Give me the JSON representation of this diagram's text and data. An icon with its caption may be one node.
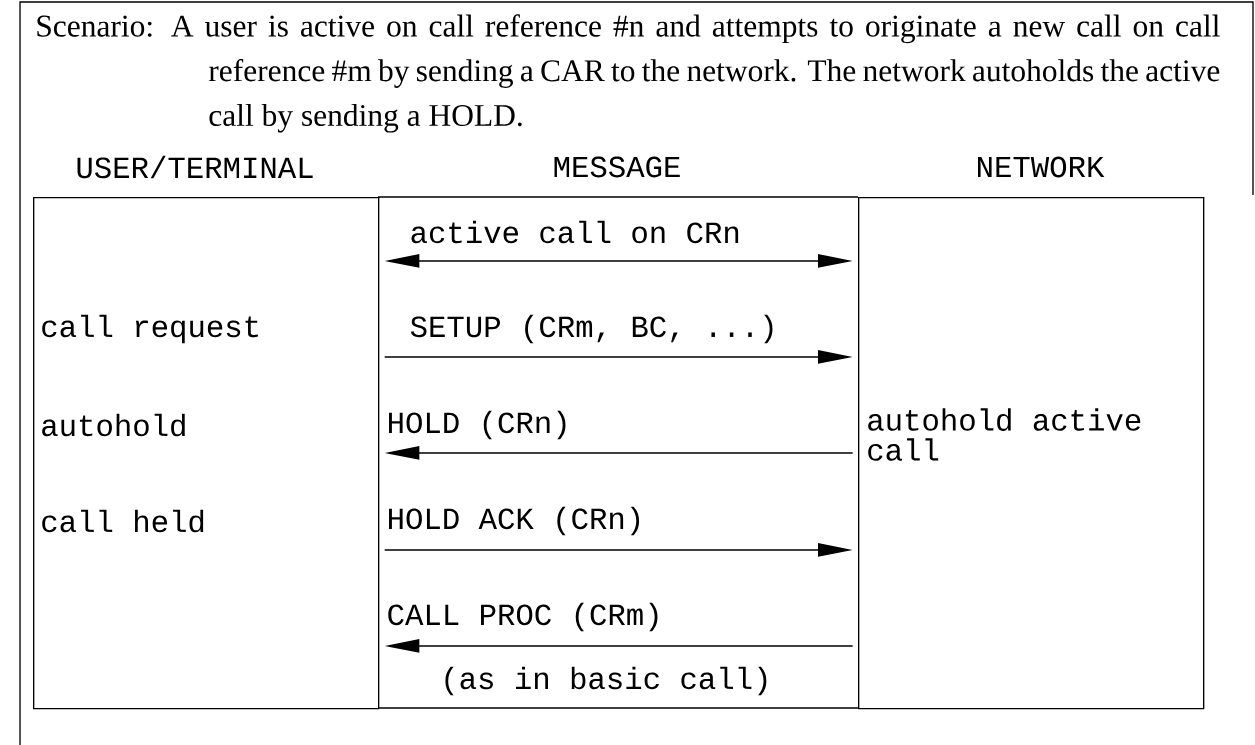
{
  "diagram": {
    "title": "Scenario: A user is active on call reference #n and attempts to originate a new call on call reference #m by sending a CAR to the network. The network autoholds the active call by sending a HOLD.",
    "nodes": [
      {
        "text": [
          "USER/TERMINAL",
          "call request",
          "autohold",
          "call held"
        ]
      },
      {
        "text": [
          "NETWORK",
          "autohold active call"
        ]
      }
    ],
    "edges": [
      {
        "from": 0,
        "to": 1,
        "arrow": "both",
        "label": "active call on CRn"
      },
      {
        "from": 0,
        "to": 1,
        "arrow": "to",
        "label": "SETUP (CRm, BC, ...)"
      },
      {
        "from": 1,
        "to": 0,
        "arrow": "to",
        "label": "HOLD (CRn)"
      },
      {
        "from": 0,
        "to": 1,
        "arrow": "to",
        "label": "HOLD ACK (CRn)"
      },
      {
        "from": 1,
        "to": 0,
        "arrow": "to",
        "label": "CALL PROC (CRm)"
      }
    ],
    "labels": [
      "MESSAGE",
      "(as in basic call)"
    ]
  }
}
